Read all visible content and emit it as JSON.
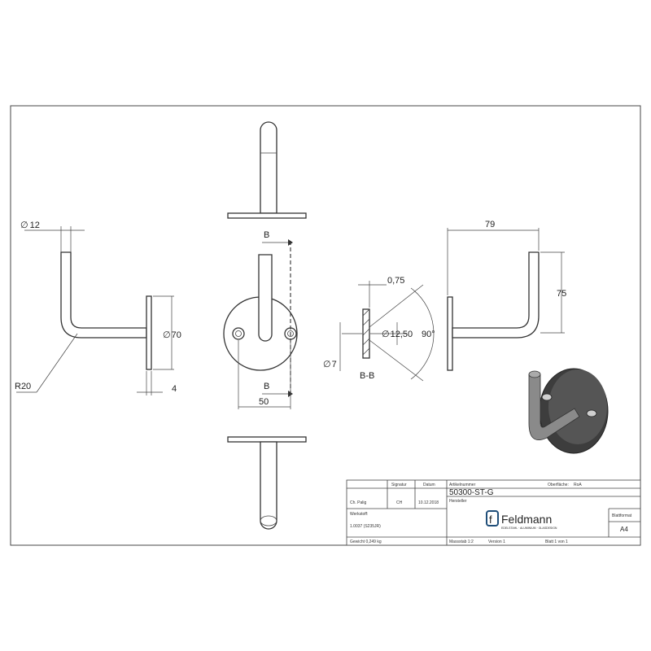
{
  "dimensions": {
    "dia_12": "12",
    "r20": "R20",
    "dia_70": "70",
    "thick_4": "4",
    "width_50": "50",
    "section_b": "B",
    "thick_075": "0,75",
    "dia_1250": "12,50",
    "angle_90": "90°",
    "dia_7": "7",
    "section_label": "B-B",
    "len_79": "79",
    "len_75": "75",
    "diameter_symbol": "∅"
  },
  "title_block": {
    "col_headers": [
      "Signatur",
      "Datum"
    ],
    "drawn_by": "Ch. Palig",
    "signature": "CH",
    "date": "10.12.2018",
    "article_label": "Artikelnummer",
    "article_number": "50300-ST-G",
    "surface_label": "Oberfläche:",
    "surface_value": "RoA",
    "material_label": "Werkstoff:",
    "material_value": "1.0037 (S235JR)",
    "maker_label": "Hersteller",
    "brand_name": "Feldmann",
    "brand_tagline": "EDELSTAHL · ALUMINIUM · GLASDESIGN",
    "format_label": "Blattformat",
    "format_value": "A4",
    "weight": "Gewicht 0,249 kg",
    "scale": "Massstab 1:2",
    "version": "Version 1",
    "sheet": "Blatt 1 von 1"
  },
  "colors": {
    "line": "#333333",
    "brand": "#1f4e79",
    "render_dark": "#3a3a3a",
    "render_mid": "#8a8a8a"
  }
}
